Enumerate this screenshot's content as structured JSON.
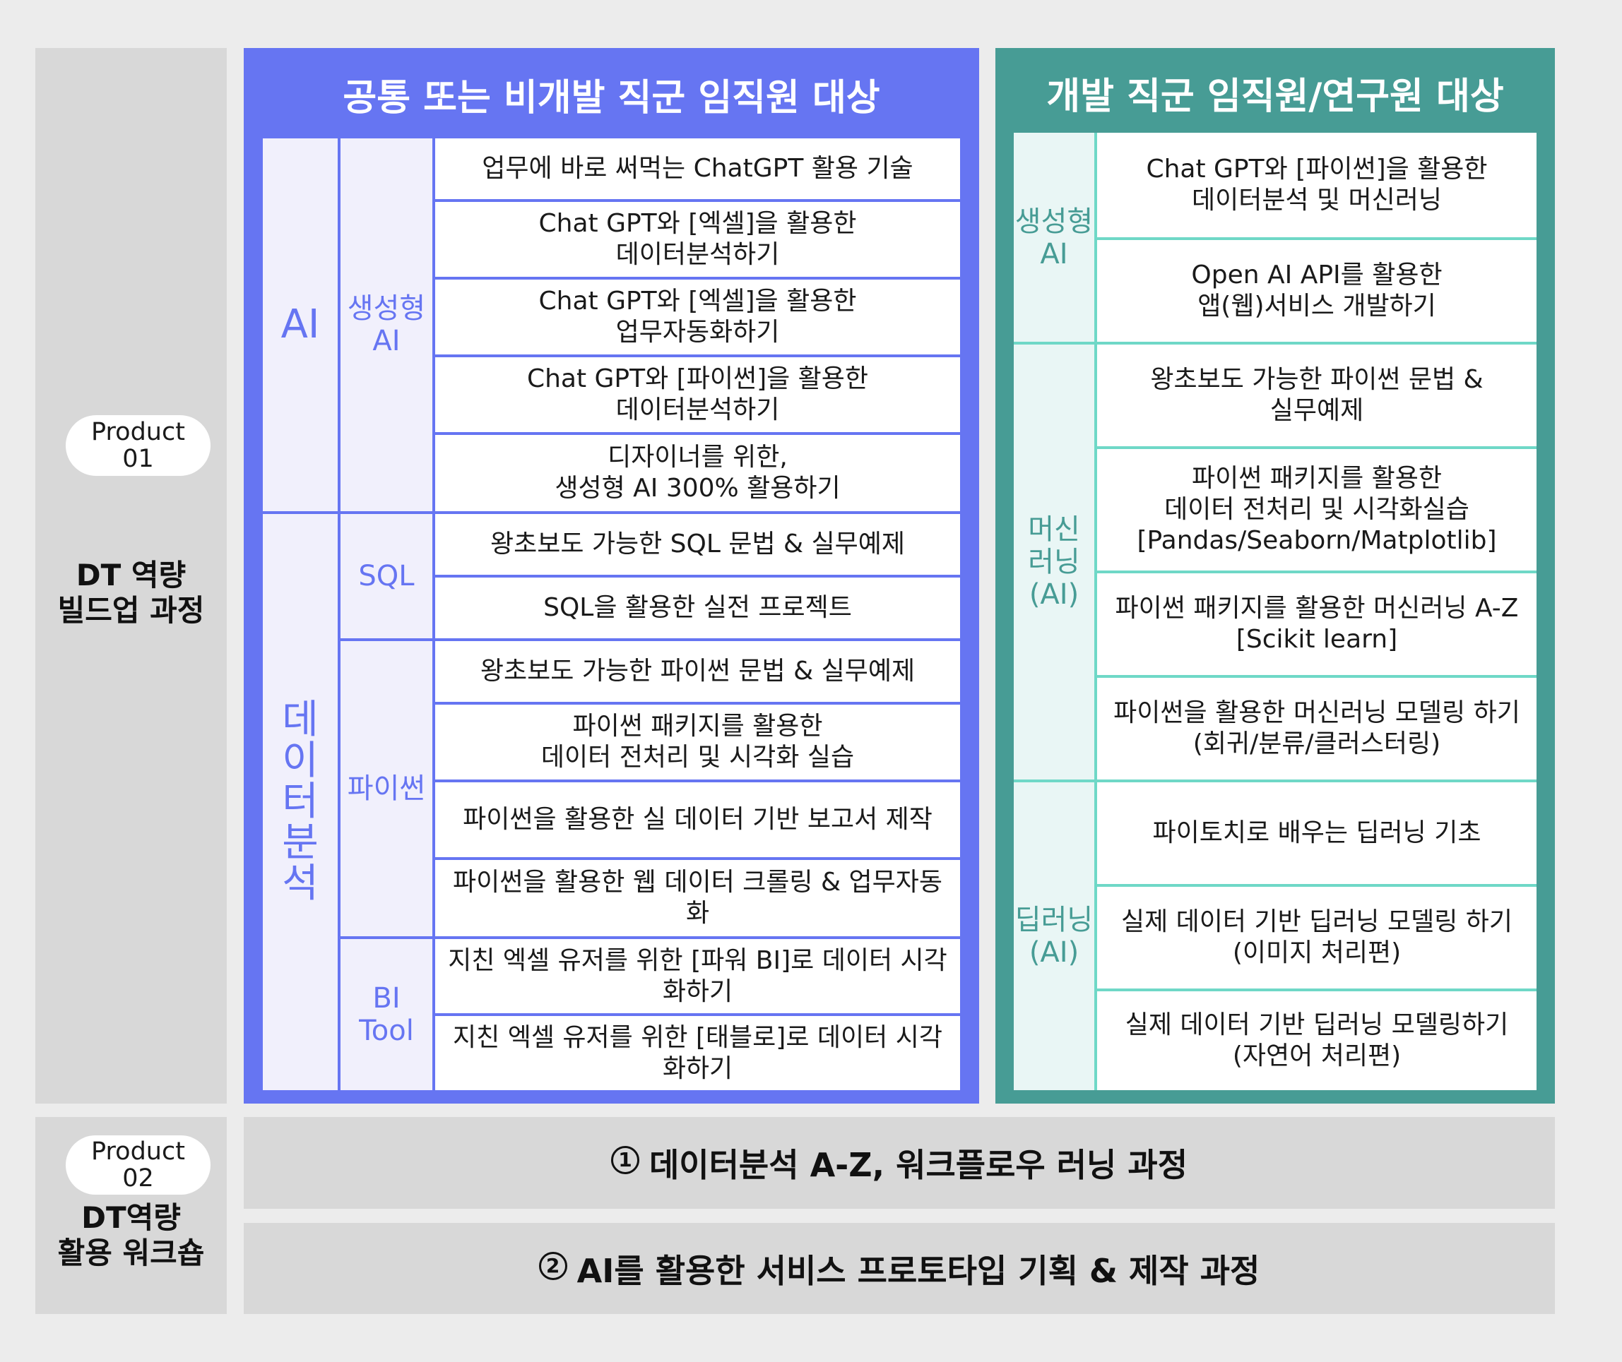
{
  "left": {
    "product1_badge": [
      "Product",
      "01"
    ],
    "product1_title": [
      "DT 역량",
      "빌드업 과정"
    ],
    "product2_badge": [
      "Product",
      "02"
    ],
    "product2_title": [
      "DT역량",
      "활용 워크숍"
    ]
  },
  "blue": {
    "header": "공통 또는 비개발 직군 임직원 대상",
    "cat_ai": "AI",
    "cat_data": [
      "데",
      "이",
      "터",
      "분",
      "석"
    ],
    "sub_genai": [
      "생성형",
      "AI"
    ],
    "sub_sql": "SQL",
    "sub_python": "파이썬",
    "sub_bi": [
      "BI",
      "Tool"
    ],
    "items": [
      [
        "업무에 바로 써먹는 ChatGPT 활용 기술"
      ],
      [
        "Chat GPT와 [엑셀]을 활용한",
        "데이터분석하기"
      ],
      [
        "Chat GPT와 [엑셀]을 활용한",
        "업무자동화하기"
      ],
      [
        "Chat GPT와 [파이썬]을 활용한",
        "데이터분석하기"
      ],
      [
        "디자이너를 위한,",
        "생성형 AI 300% 활용하기"
      ],
      [
        "왕초보도 가능한 SQL 문법 & 실무예제"
      ],
      [
        "SQL을 활용한 실전 프로젝트"
      ],
      [
        "왕초보도 가능한 파이썬 문법 & 실무예제"
      ],
      [
        "파이썬 패키지를 활용한",
        "데이터 전처리 및 시각화 실습"
      ],
      [
        "파이썬을 활용한 실 데이터 기반 보고서 제작"
      ],
      [
        "파이썬을 활용한 웹 데이터 크롤링 & 업무자동",
        "화"
      ],
      [
        "지친 엑셀 유저를 위한 [파워 BI]로 데이터 시각",
        "화하기"
      ],
      [
        "지친 엑셀 유저를 위한 [태블로]로 데이터 시각",
        "화하기"
      ]
    ]
  },
  "teal": {
    "header": "개발 직군 임직원/연구원 대상",
    "cat_genai": [
      "생성형",
      "AI"
    ],
    "cat_ml": [
      "머신",
      "러닝",
      "(AI)"
    ],
    "cat_dl": [
      "딥러닝",
      "(AI)"
    ],
    "items": [
      [
        "Chat GPT와 [파이썬]을 활용한",
        "데이터분석 및 머신러닝"
      ],
      [
        "Open AI API를 활용한",
        "앱(웹)서비스 개발하기"
      ],
      [
        "왕초보도 가능한 파이썬 문법 &",
        "실무예제"
      ],
      [
        "파이썬 패키지를 활용한",
        "데이터 전처리 및 시각화실습",
        "[Pandas/Seaborn/Matplotlib]"
      ],
      [
        "파이썬 패키지를 활용한 머신러닝 A-Z",
        "[Scikit learn]"
      ],
      [
        "파이썬을 활용한 머신러닝 모델링 하기",
        "(회귀/분류/클러스터링)"
      ],
      [
        "파이토치로 배우는 딥러닝 기초"
      ],
      [
        "실제 데이터 기반 딥러닝 모델링 하기",
        "(이미지 처리편)"
      ],
      [
        "실제 데이터 기반 딥러닝 모델링하기",
        "(자연어 처리편)"
      ]
    ]
  },
  "workshops": [
    {
      "num": "1",
      "label": "데이터분석 A-Z, 워크플로우 러닝 과정"
    },
    {
      "num": "2",
      "label": "AI를 활용한 서비스 프로토타입 기획 & 제작 과정"
    }
  ]
}
